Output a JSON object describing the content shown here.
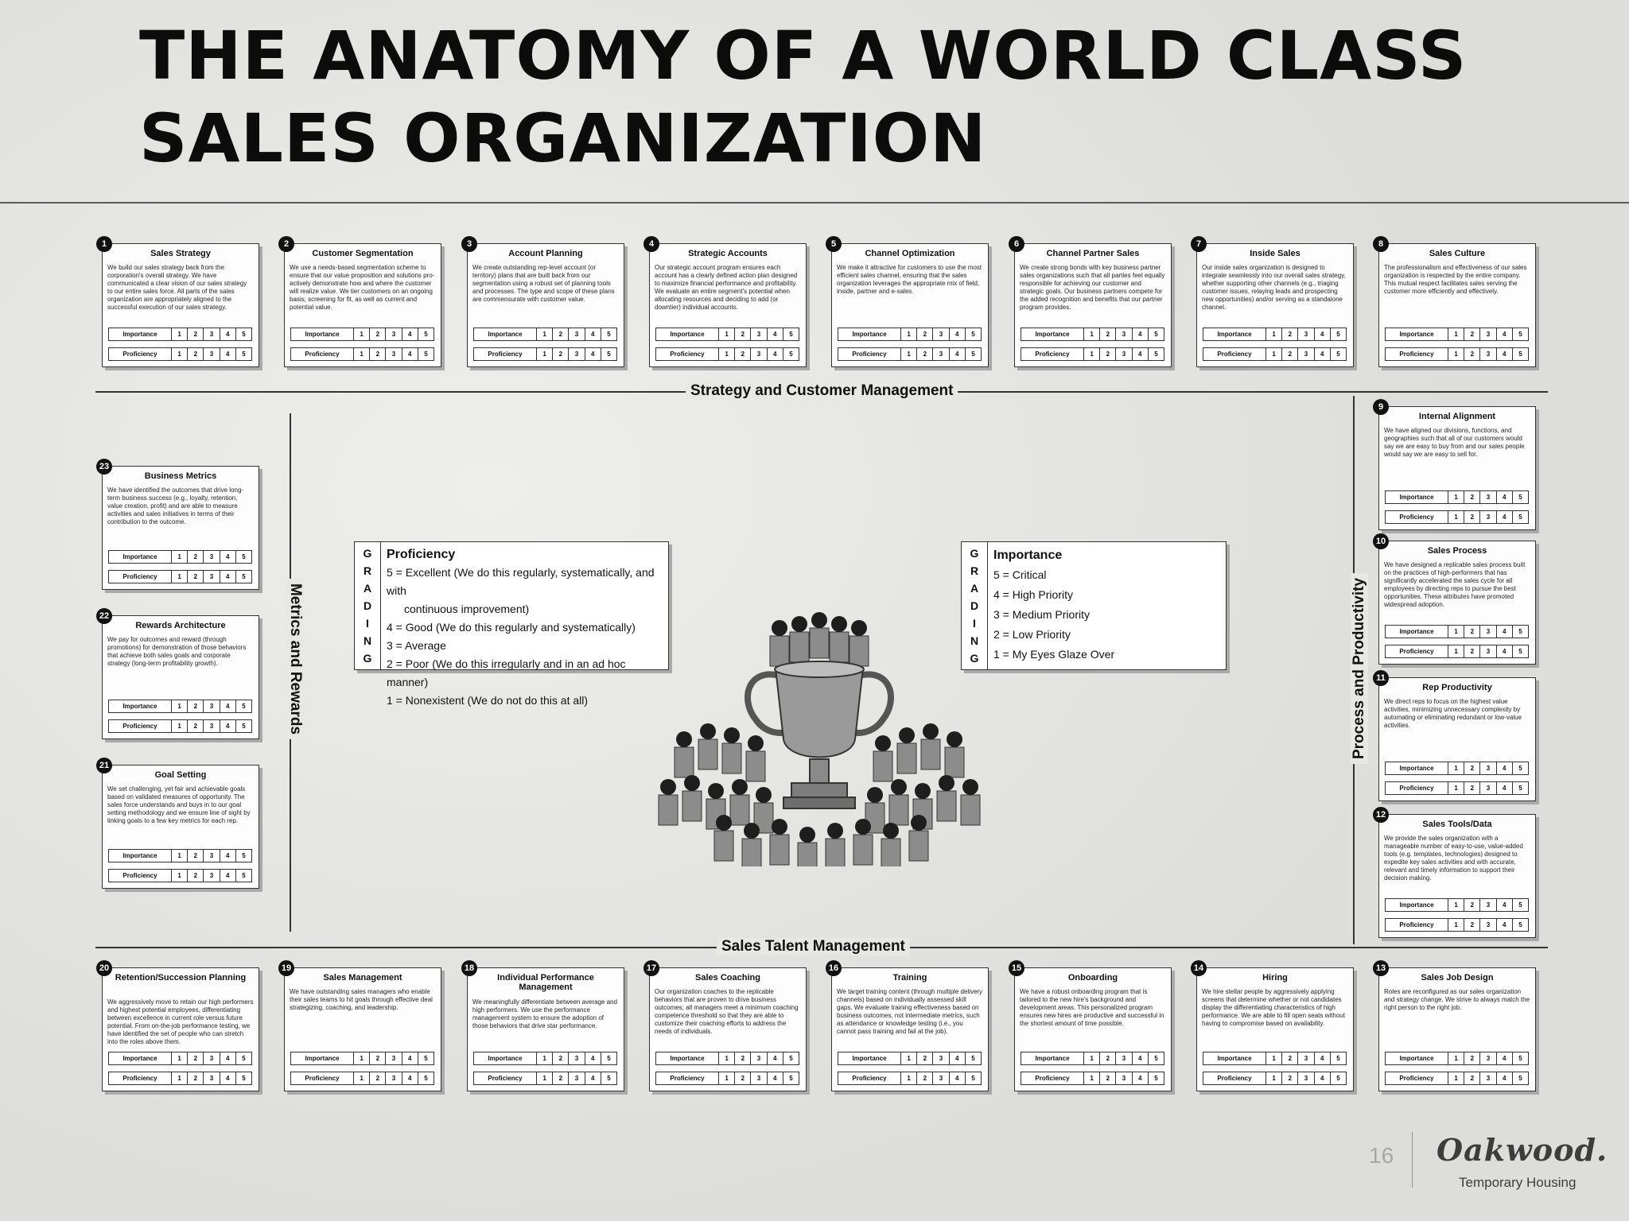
{
  "title": {
    "line1": "THE ANATOMY OF A WORLD CLASS",
    "line2": "SALES ORGANIZATION"
  },
  "rating_labels": {
    "importance": "Importance",
    "proficiency": "Proficiency"
  },
  "scale": [
    "1",
    "2",
    "3",
    "4",
    "5"
  ],
  "sections": {
    "top": "Strategy and Customer Management",
    "bottom": "Sales Talent Management",
    "left": "Metrics and Rewards",
    "right": "Process and Productivity"
  },
  "cards": [
    {
      "num": "1",
      "title": "Sales Strategy",
      "desc": "We build our sales strategy back from the corporation's overall strategy. We have communicated a clear vision of our sales strategy to our entire sales force. All parts of the sales organization are appropriately aligned to the successful execution of our sales strategy."
    },
    {
      "num": "2",
      "title": "Customer Segmentation",
      "desc": "We use a needs-based segmentation scheme to ensure that our value proposition and solutions pro-actively demonstrate how and where the customer will realize value. We tier customers on an ongoing basis; screening for fit, as well as current and potential value."
    },
    {
      "num": "3",
      "title": "Account Planning",
      "desc": "We create outstanding rep-level account (or territory) plans that are built back from our segmentation using a robust set of planning tools and processes. The type and scope of these plans are commensurate with customer value."
    },
    {
      "num": "4",
      "title": "Strategic Accounts",
      "desc": "Our strategic account program ensures each account has a clearly defined action plan designed to maximize financial performance and profitability. We evaluate an entire segment's potential when allocating resources and deciding to add (or downtier) individual accounts."
    },
    {
      "num": "5",
      "title": "Channel Optimization",
      "desc": "We make it attractive for customers to use the most efficient sales channel, ensuring that the sales organization leverages the appropriate mix of field, inside, partner and e-sales."
    },
    {
      "num": "6",
      "title": "Channel Partner Sales",
      "desc": "We create strong bonds with key business partner sales organizations such that all parties feel equally responsible for achieving our customer and strategic goals. Our business partners compete for the added recognition and benefits that our partner program provides."
    },
    {
      "num": "7",
      "title": "Inside Sales",
      "desc": "Our inside sales organization is designed to integrate seamlessly into our overall sales strategy, whether supporting other channels (e.g., triaging customer issues, relaying leads and prospecting new opportunities) and/or serving as a standalone channel."
    },
    {
      "num": "8",
      "title": "Sales Culture",
      "desc": "The professionalism and effectiveness of our sales organization is respected by the entire company. This mutual respect facilitates sales serving the customer more efficiently and effectively."
    },
    {
      "num": "9",
      "title": "Internal Alignment",
      "desc": "We have aligned our divisions, functions, and geographies such that all of our customers would say we are easy to buy from and our sales people would say we are easy to sell for."
    },
    {
      "num": "10",
      "title": "Sales Process",
      "desc": "We have designed a replicable sales process built on the practices of high-performers that has significantly accelerated the sales cycle for all employees by directing reps to pursue the best opportunities. These attributes have promoted widespread adoption."
    },
    {
      "num": "11",
      "title": "Rep Productivity",
      "desc": "We direct reps to focus on the highest value activities, minimizing unnecessary complexity by automating or eliminating redundant or low-value activities."
    },
    {
      "num": "12",
      "title": "Sales Tools/Data",
      "desc": "We provide the sales organization with a manageable number of easy-to-use, value-added tools (e.g. templates, technologies) designed to expedite key sales activities and with accurate, relevant and timely information to support their decision making."
    },
    {
      "num": "13",
      "title": "Sales Job Design",
      "desc": "Roles are reconfigured as our sales organization and strategy change. We strive to always match the right person to the right job."
    },
    {
      "num": "14",
      "title": "Hiring",
      "desc": "We hire stellar people by aggressively applying screens that determine whether or not candidates display the differentiating characteristics of high performance. We are able to fill open seats without having to compromise based on availability."
    },
    {
      "num": "15",
      "title": "Onboarding",
      "desc": "We have a robust onboarding program that is tailored to the new hire's background and development areas. This personalized program ensures new hires are productive and successful in the shortest amount of time possible."
    },
    {
      "num": "16",
      "title": "Training",
      "desc": "We target training content (through multiple delivery channels) based on individually assessed skill gaps. We evaluate training effectiveness based on business outcomes, not intermediate metrics, such as attendance or knowledge testing (i.e., you cannot pass training and fail at the job)."
    },
    {
      "num": "17",
      "title": "Sales Coaching",
      "desc": "Our organization coaches to the replicable behaviors that are proven to drive business outcomes; all managers meet a minimum coaching competence threshold so that they are able to customize their coaching efforts to address the needs of individuals."
    },
    {
      "num": "18",
      "title": "Individual Performance Management",
      "desc": "We meaningfully differentiate between average and high performers. We use the performance management system to ensure the adoption of those behaviors that drive star performance."
    },
    {
      "num": "19",
      "title": "Sales Management",
      "desc": "We have outstanding sales managers who enable their sales teams to hit goals through effective deal strategizing, coaching, and leadership."
    },
    {
      "num": "20",
      "title": "Retention/Succession Planning",
      "desc": "We aggressively move to retain our high performers and highest potential employees, differentiating between excellence in current role versus future potential. From on-the-job performance testing, we have identified the set of people who can stretch into the roles above them."
    },
    {
      "num": "21",
      "title": "Goal Setting",
      "desc": "We set challenging, yet fair and achievable goals based on validated measures of opportunity. The sales force understands and buys in to our goal setting methodology and we ensure line of sight by linking goals to a few key metrics for each rep."
    },
    {
      "num": "22",
      "title": "Rewards Architecture",
      "desc": "We pay for outcomes and reward (through promotions) for demonstration of those behaviors that achieve both sales goals and corporate strategy (long-term profitability growth)."
    },
    {
      "num": "23",
      "title": "Business Metrics",
      "desc": "We have identified the outcomes that drive long-term business success (e.g., loyalty, retention, value creation, profit) and are able to measure activities and sales initiatives in terms of their contribution to the outcome."
    }
  ],
  "grading": {
    "letters": [
      "G",
      "R",
      "A",
      "D",
      "I",
      "N",
      "G"
    ],
    "proficiency": {
      "heading": "Proficiency",
      "items": [
        "5 = Excellent (We do this regularly, systematically, and with",
        "continuous improvement)",
        "4 = Good (We do this regularly and systematically)",
        "3 = Average",
        "2 = Poor (We do this irregularly and in an ad hoc manner)",
        "1 = Nonexistent (We do not do this at all)"
      ]
    },
    "importance": {
      "heading": "Importance",
      "items": [
        "5 = Critical",
        "4 = High Priority",
        "3 = Medium Priority",
        "2 = Low Priority",
        "1 = My Eyes Glaze Over"
      ]
    }
  },
  "footer": {
    "page_number": "16",
    "logo": "Oakwood.",
    "logo_sub": "Temporary Housing"
  }
}
